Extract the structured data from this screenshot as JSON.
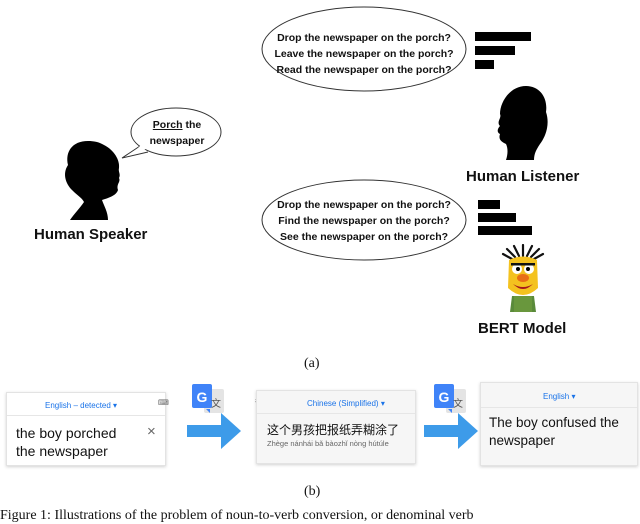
{
  "part_a": {
    "speaker": {
      "bubble_underlined": "Porch",
      "bubble_rest": " the",
      "bubble_line2": "newspaper",
      "label": "Human Speaker"
    },
    "listener": {
      "lines": [
        "Drop the newspaper on the porch?",
        "Leave the newspaper on the porch?",
        "Read the newspaper on the porch?"
      ],
      "bar_fraction": [
        1.0,
        0.72,
        0.34
      ],
      "label": "Human Listener"
    },
    "bert": {
      "lines": [
        "Drop the newspaper on the porch?",
        "Find the newspaper on the porch?",
        "See the newspaper on the porch?"
      ],
      "bar_fraction": [
        0.4,
        0.7,
        1.0
      ],
      "label": "BERT Model"
    },
    "caption": "(a)"
  },
  "part_b": {
    "panel1": {
      "lang": "English – detected",
      "text": "the boy porched the newspaper",
      "close": "×"
    },
    "panel2": {
      "lang": "Chinese (Simplified)",
      "text": "这个男孩把报纸弄糊涂了",
      "pinyin": "Zhège nánhái bǎ bàozhǐ nòng hútúle"
    },
    "panel3": {
      "lang": "English",
      "text": "The boy confused the newspaper"
    },
    "icon_letter_g": "G",
    "icon_letter_zh": "文",
    "caption": "(b)"
  },
  "figure_caption": "Figure 1: Illustrations of the problem of noun-to-verb conversion, or denominal verb"
}
